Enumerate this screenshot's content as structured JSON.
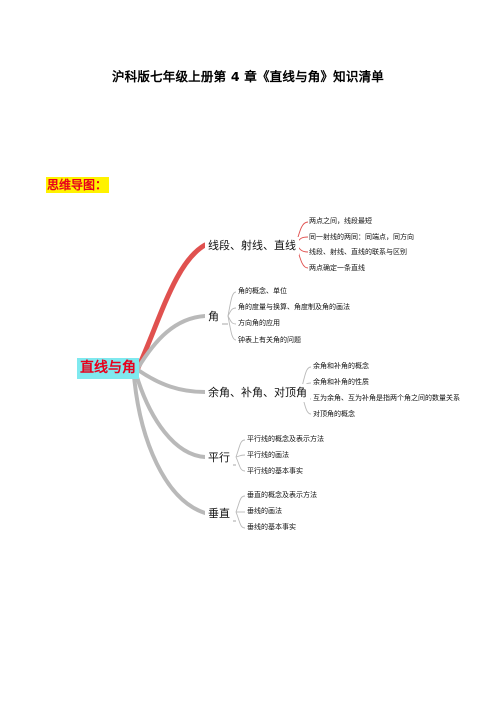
{
  "title": "沪科版七年级上册第 4 章《直线与角》知识清单",
  "section_label": "思维导图：",
  "mindmap": {
    "center": "直线与角",
    "branches": [
      {
        "label": "线段、射线、直线",
        "items": [
          "两点之间，线段最短",
          "同一射线的两同：同端点，同方向",
          "线段、射线、直线的联系与区别",
          "两点确定一条直线"
        ]
      },
      {
        "label": "角",
        "items": [
          "角的概念、单位",
          "角的度量与换算、角度制及角的画法",
          "方向角的应用",
          "钟表上有关角的问题"
        ]
      },
      {
        "label": "余角、补角、对顶角",
        "items": [
          "余角和补角的概念",
          "余角和补角的性质",
          "互为余角、互为补角是指两个角之间的数量关系",
          "对顶角的概念"
        ]
      },
      {
        "label": "平行",
        "items": [
          "平行线的概念及表示方法",
          "平行线的画法",
          "平行线的基本事实"
        ]
      },
      {
        "label": "垂直",
        "items": [
          "垂直的概念及表示方法",
          "垂线的画法",
          "垂线的基本事实"
        ]
      }
    ]
  }
}
